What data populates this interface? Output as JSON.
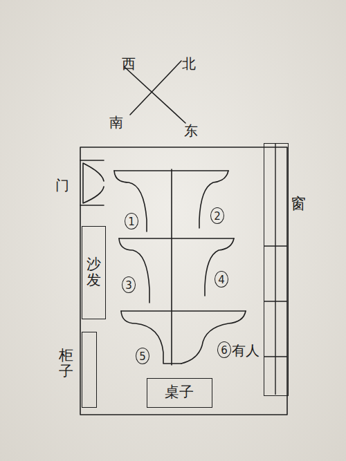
{
  "diagram": {
    "nodes": [
      {
        "text": [
          "窗"
        ]
      },
      {
        "text": [
          "沙发"
        ]
      },
      {
        "text": [
          "柜子"
        ]
      },
      {
        "text": [
          "桌子"
        ]
      }
    ],
    "labels": [
      "西",
      "北",
      "南",
      "东",
      "门",
      "1",
      "2",
      "3",
      "4",
      "5",
      "6",
      "有人"
    ]
  }
}
